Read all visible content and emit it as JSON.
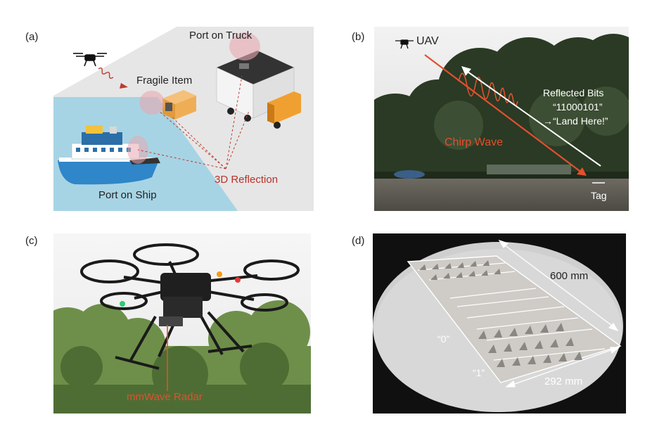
{
  "panel_labels": {
    "a": "(a)",
    "b": "(b)",
    "c": "(c)",
    "d": "(d)"
  },
  "panel_a": {
    "port_on_truck": "Port on Truck",
    "fragile_item": "Fragile Item",
    "port_on_ship": "Port on Ship",
    "reflection": "3D Reflection"
  },
  "panel_b": {
    "uav": "UAV",
    "reflected_bits": "Reflected Bits",
    "bits_value": "“11000101”",
    "land_here": "→“Land Here!”",
    "chirp_wave": "Chirp Wave",
    "tag": "Tag"
  },
  "panel_c": {
    "radar": "mmWave Radar"
  },
  "panel_d": {
    "length": "600 mm",
    "width": "292 mm",
    "zero": "“0”",
    "one": "“1”"
  },
  "colors": {
    "accent_red": "#e2502e",
    "dark_red": "#b8322a",
    "water": "#a7d4e4",
    "ground": "#e6e6e6"
  }
}
